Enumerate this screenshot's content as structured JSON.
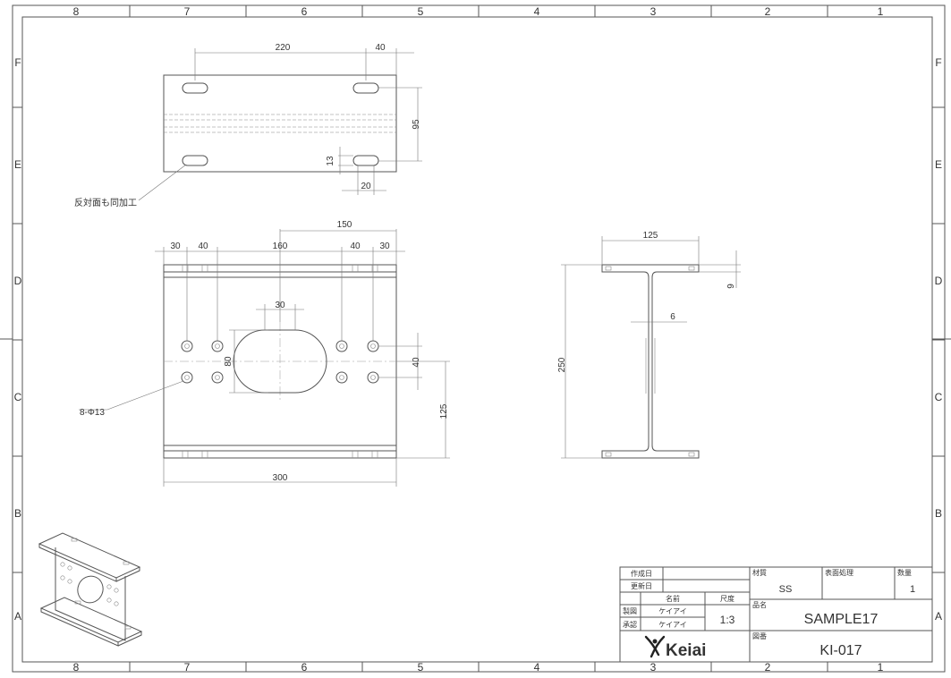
{
  "border": {
    "columns": [
      "8",
      "7",
      "6",
      "5",
      "4",
      "3",
      "2",
      "1"
    ],
    "rows": [
      "F",
      "E",
      "D",
      "C",
      "B",
      "A"
    ]
  },
  "top_view": {
    "dims": {
      "d220": "220",
      "d40": "40",
      "d95": "95",
      "d13": "13",
      "d20": "20"
    },
    "note": "反対面も同加工"
  },
  "front_view": {
    "dims": {
      "d150": "150",
      "d30a": "30",
      "d40a": "40",
      "d160": "160",
      "d40b": "40",
      "d30b": "30",
      "d30slot": "30",
      "d80": "80",
      "d40v": "40",
      "d125": "125",
      "d300": "300"
    },
    "hole_callout": "8-Φ13"
  },
  "side_view": {
    "dims": {
      "d125": "125",
      "d9": "9",
      "d6": "6",
      "d250": "250"
    }
  },
  "title_block": {
    "created_label": "作成日",
    "updated_label": "更新日",
    "name_label": "名前",
    "scale_label": "尺度",
    "drawn_label": "製図",
    "drawn_name": "ケイアイ",
    "approved_label": "承認",
    "approved_name": "ケイアイ",
    "scale_value": "1:3",
    "material_label": "材質",
    "material_value": "SS",
    "surface_label": "表面処理",
    "qty_label": "数量",
    "qty_value": "1",
    "part_name_label": "品名",
    "part_name_value": "SAMPLE17",
    "drawing_no_label": "図番",
    "drawing_no_value": "KI-017",
    "logo_text": "Keiai"
  }
}
